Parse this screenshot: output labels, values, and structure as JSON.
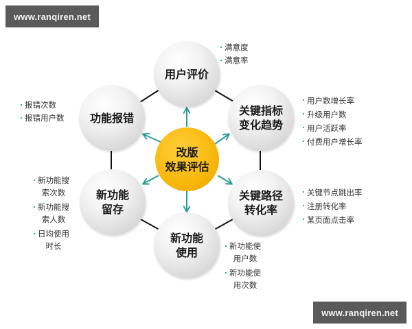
{
  "watermarks": {
    "top_left": "www.ranqiren.net",
    "bottom_right": "www.ranqiren.net"
  },
  "colors": {
    "center_fill": "#f8b70b",
    "node_fill": "#e0e0e0",
    "arrow": "#2a9d95",
    "connector": "#111111",
    "watermark_bg": "#5a5a5a"
  },
  "center": {
    "label": "改版\n效果评估"
  },
  "nodes": [
    {
      "id": "user-review",
      "label": "用户评价",
      "bullets": [
        "满意度",
        "满意率"
      ]
    },
    {
      "id": "key-metrics-trend",
      "label": "关键指标\n变化趋势",
      "bullets": [
        "用户数增长率",
        "升级用户数",
        "用户活跃率",
        "付费用户增长率"
      ]
    },
    {
      "id": "key-path-conversion",
      "label": "关键路径\n转化率",
      "bullets": [
        "关键节点跳出率",
        "注册转化率",
        "某页面点击率"
      ]
    },
    {
      "id": "new-feature-usage",
      "label": "新功能\n使用",
      "bullets": [
        "新功能使\n用户数",
        "新功能使\n用次数"
      ]
    },
    {
      "id": "new-feature-retention",
      "label": "新功能\n留存",
      "bullets": [
        "新功能搜\n索次数",
        "新功能搜\n索人数",
        "日均使用\n时长"
      ]
    },
    {
      "id": "feature-errors",
      "label": "功能报错",
      "bullets": [
        "报错次数",
        "报错用户数"
      ]
    }
  ]
}
